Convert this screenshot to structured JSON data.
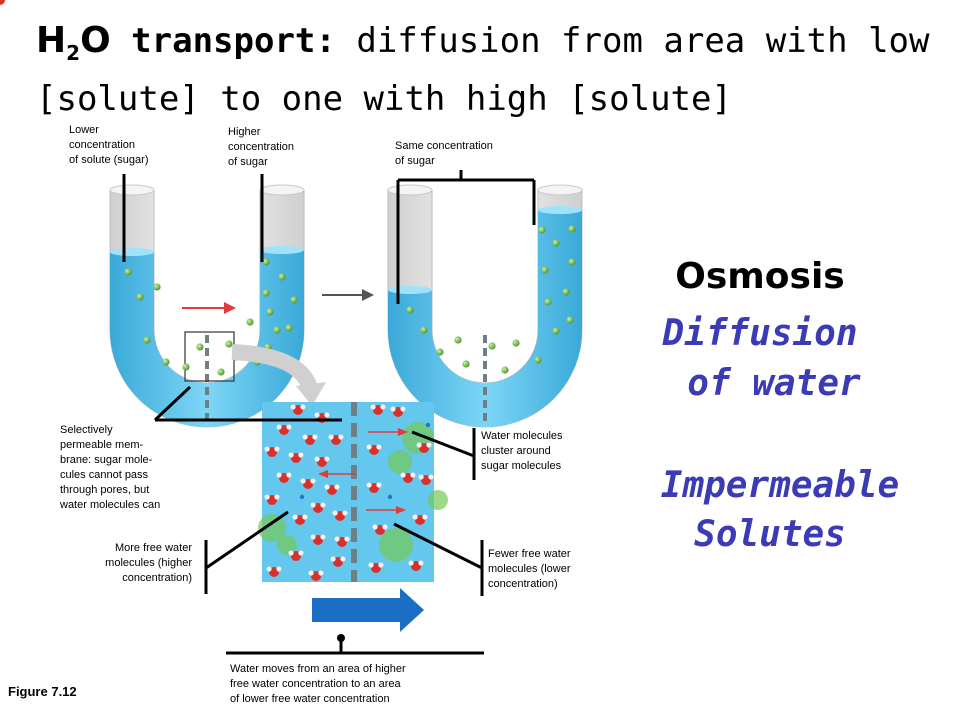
{
  "title": {
    "h2o_main": "H",
    "h2o_sub": "2",
    "h2o_tail": "O",
    "transport": "transport:",
    "rest": "diffusion from area with low [solute] to one with high [solute]"
  },
  "labels": {
    "lower_concentration": "Lower\nconcentration\nof solute (sugar)",
    "higher_concentration": "Higher\nconcentration\nof sugar",
    "same_concentration": "Same concentration\nof sugar",
    "membrane": "Selectively\npermeable mem-\nbrane: sugar mole-\ncules cannot pass\nthrough pores, but\nwater molecules can",
    "water_cluster": "Water molecules\ncluster around\nsugar molecules",
    "more_free_water": "More free water\nmolecules (higher\nconcentration)",
    "fewer_free_water": "Fewer  free water\nmolecules (lower\nconcentration)",
    "water_moves": "Water moves from an area  of higher\nfree water  concentration to an area\nof lower free water concentration"
  },
  "side": {
    "osmosis": "Osmosis",
    "diffusion": "Diffusion",
    "of_water": "of water",
    "impermeable": "Impermeable",
    "solutes": "Solutes"
  },
  "figure": "Figure 7.12",
  "colors": {
    "water": "#4fc3f0",
    "tube_glass": "#e8e8e8",
    "sugar": "#6ab04c",
    "oxygen": "#d9302c",
    "hydrogen": "#f2f2f2",
    "membrane": "#6e7f86",
    "arrow_red": "#e23b3b",
    "arrow_blue": "#1a6fc4",
    "side_text": "#3b3bb5"
  }
}
